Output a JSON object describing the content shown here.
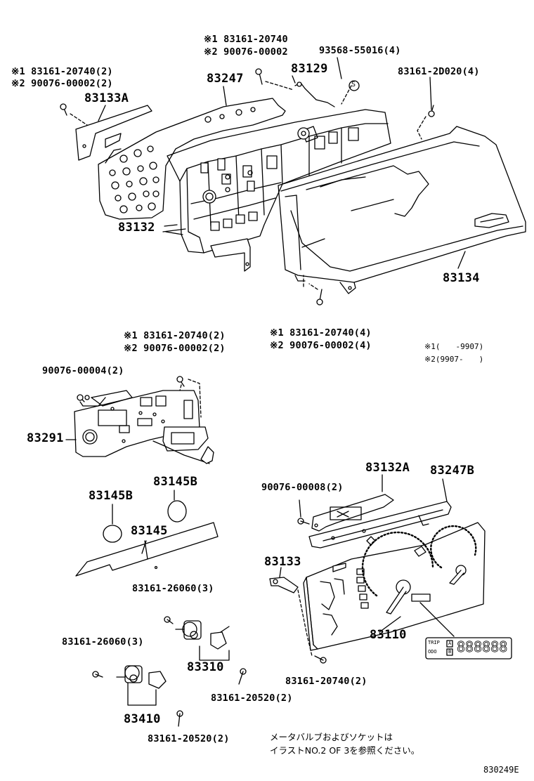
{
  "labels": {
    "top_note1": "※1 83161-20740",
    "top_note2": "※2 90076-00002",
    "bolt_93568": "93568-55016(4)",
    "left_note1": "※1 83161-20740(2)",
    "left_note2": "※2 90076-00002(2)",
    "bolt_2d020": "83161-2D020(4)",
    "p83247": "83247",
    "p83129": "83129",
    "p83133A": "83133A",
    "p83132": "83132",
    "p83134": "83134",
    "bot_note1": "※1 83161-20740(4)",
    "bot_note2": "※2 90076-00002(4)",
    "key1": "※1(　　-9907)",
    "key2": "※2(9907-　　)",
    "mid_note1": "※1 83161-20740(2)",
    "mid_note2": "※2 90076-00002(2)",
    "bolt_00004": "90076-00004(2)",
    "p83291": "83291",
    "p83132A": "83132A",
    "p83247B": "83247B",
    "p83145B_1": "83145B",
    "p83145B_2": "83145B",
    "bolt_00008": "90076-00008(2)",
    "p83145": "83145",
    "p83133": "83133",
    "bolt_26060a": "83161-26060(3)",
    "p83110": "83110",
    "bolt_26060b": "83161-26060(3)",
    "p83310": "83310",
    "bolt_20740": "83161-20740(2)",
    "bolt_20520a": "83161-20520(2)",
    "p83410": "83410",
    "bolt_20520b": "83161-20520(2)",
    "jp_note1": "メータバルブおよびソケットは",
    "jp_note2": "イラストNO.2 OF 3を参照ください。",
    "ref_code": "830249E",
    "s_mark": "S"
  },
  "display": {
    "trip": "TRIP",
    "odo": "ODO",
    "a": "A",
    "b": "B",
    "digits": "888888"
  }
}
